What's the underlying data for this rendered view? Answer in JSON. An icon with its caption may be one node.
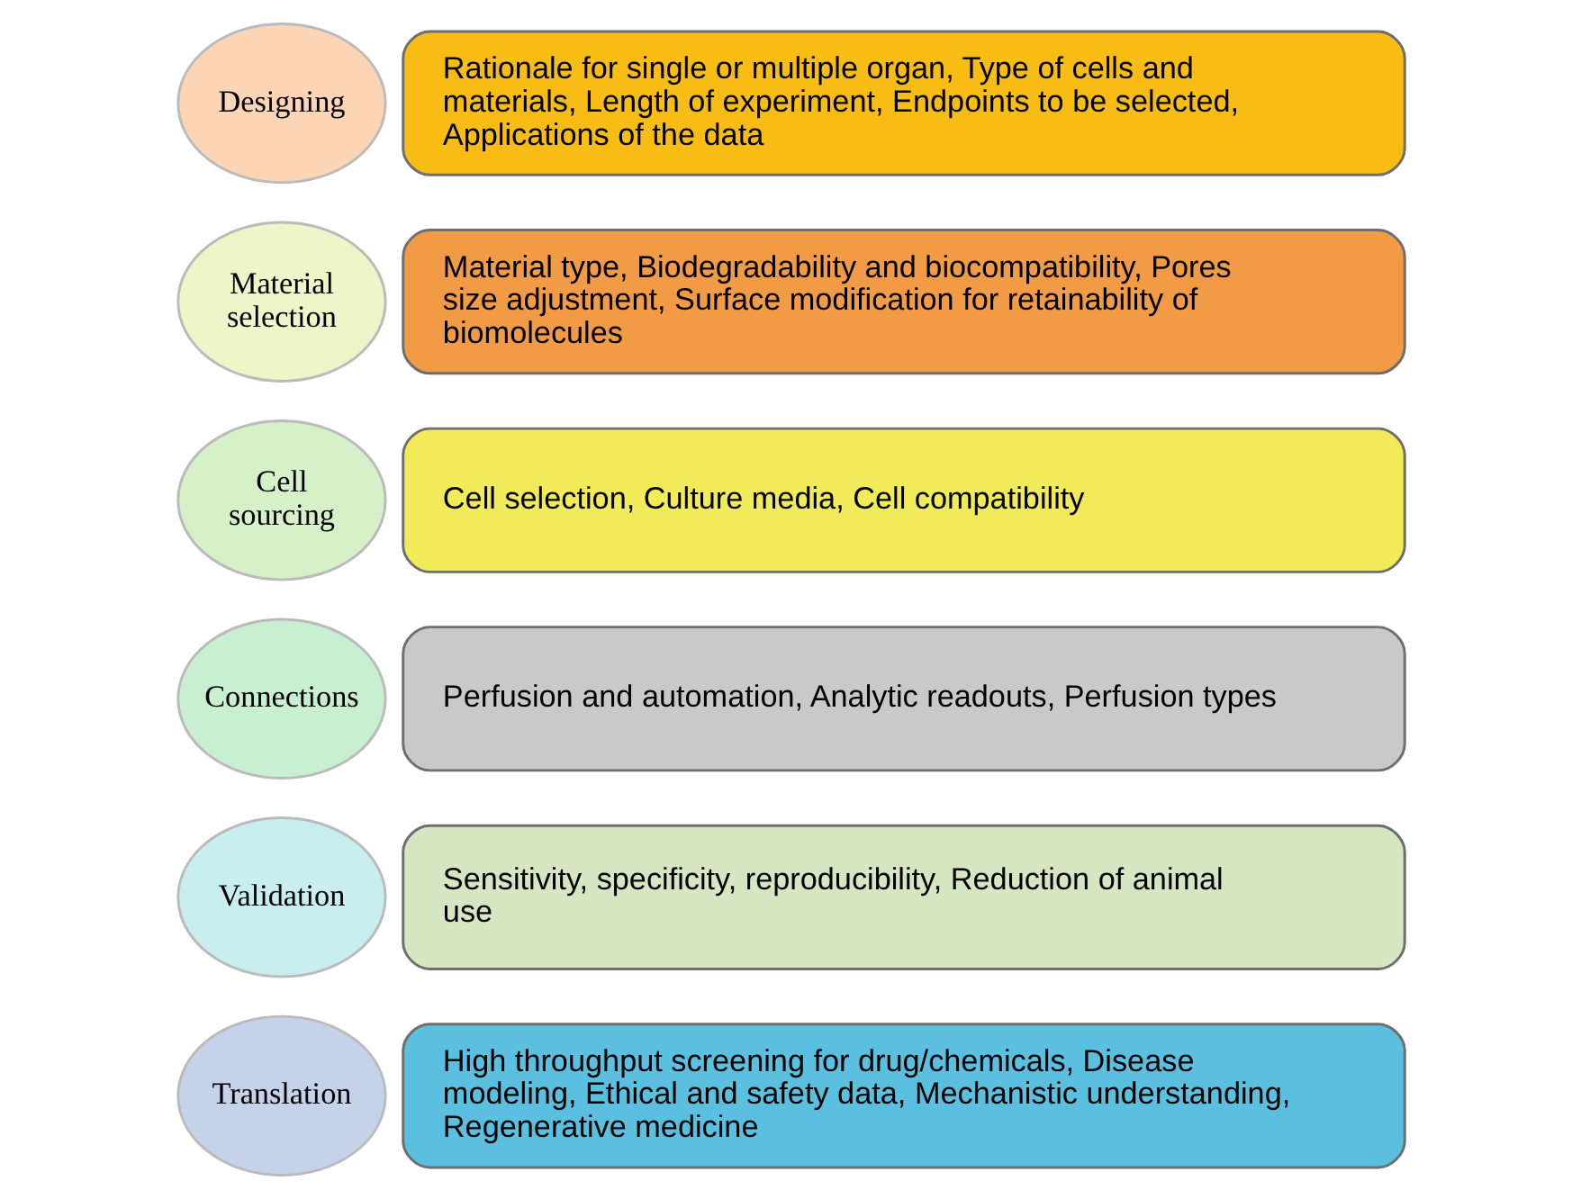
{
  "diagram": {
    "nodes": [
      {
        "text": [
          "Designing"
        ]
      },
      {
        "text": [
          "Rationale for single or multiple organ, Type of cells and materials, Length of experiment, Endpoints to be selected, Applications of the data"
        ]
      },
      {
        "text": [
          "Material selection"
        ]
      },
      {
        "text": [
          "Material type, Biodegradability and biocompatibility, Pores size adjustment, Surface modification for retainability of biomolecules"
        ]
      },
      {
        "text": [
          "Cell sourcing"
        ]
      },
      {
        "text": [
          "Cell selection, Culture media, Cell compatibility"
        ]
      },
      {
        "text": [
          "Connections"
        ]
      },
      {
        "text": [
          "Perfusion and automation, Analytic readouts, Perfusion types"
        ]
      },
      {
        "text": [
          "Validation"
        ]
      },
      {
        "text": [
          "Sensitivity, specificity, reproducibility, Reduction of animal use"
        ]
      },
      {
        "text": [
          "Translation"
        ]
      },
      {
        "text": [
          "High throughput screening for drug/chemicals, Disease modeling, Ethical and safety data, Mechanistic understanding, Regenerative medicine"
        ]
      }
    ],
    "edges": []
  }
}
